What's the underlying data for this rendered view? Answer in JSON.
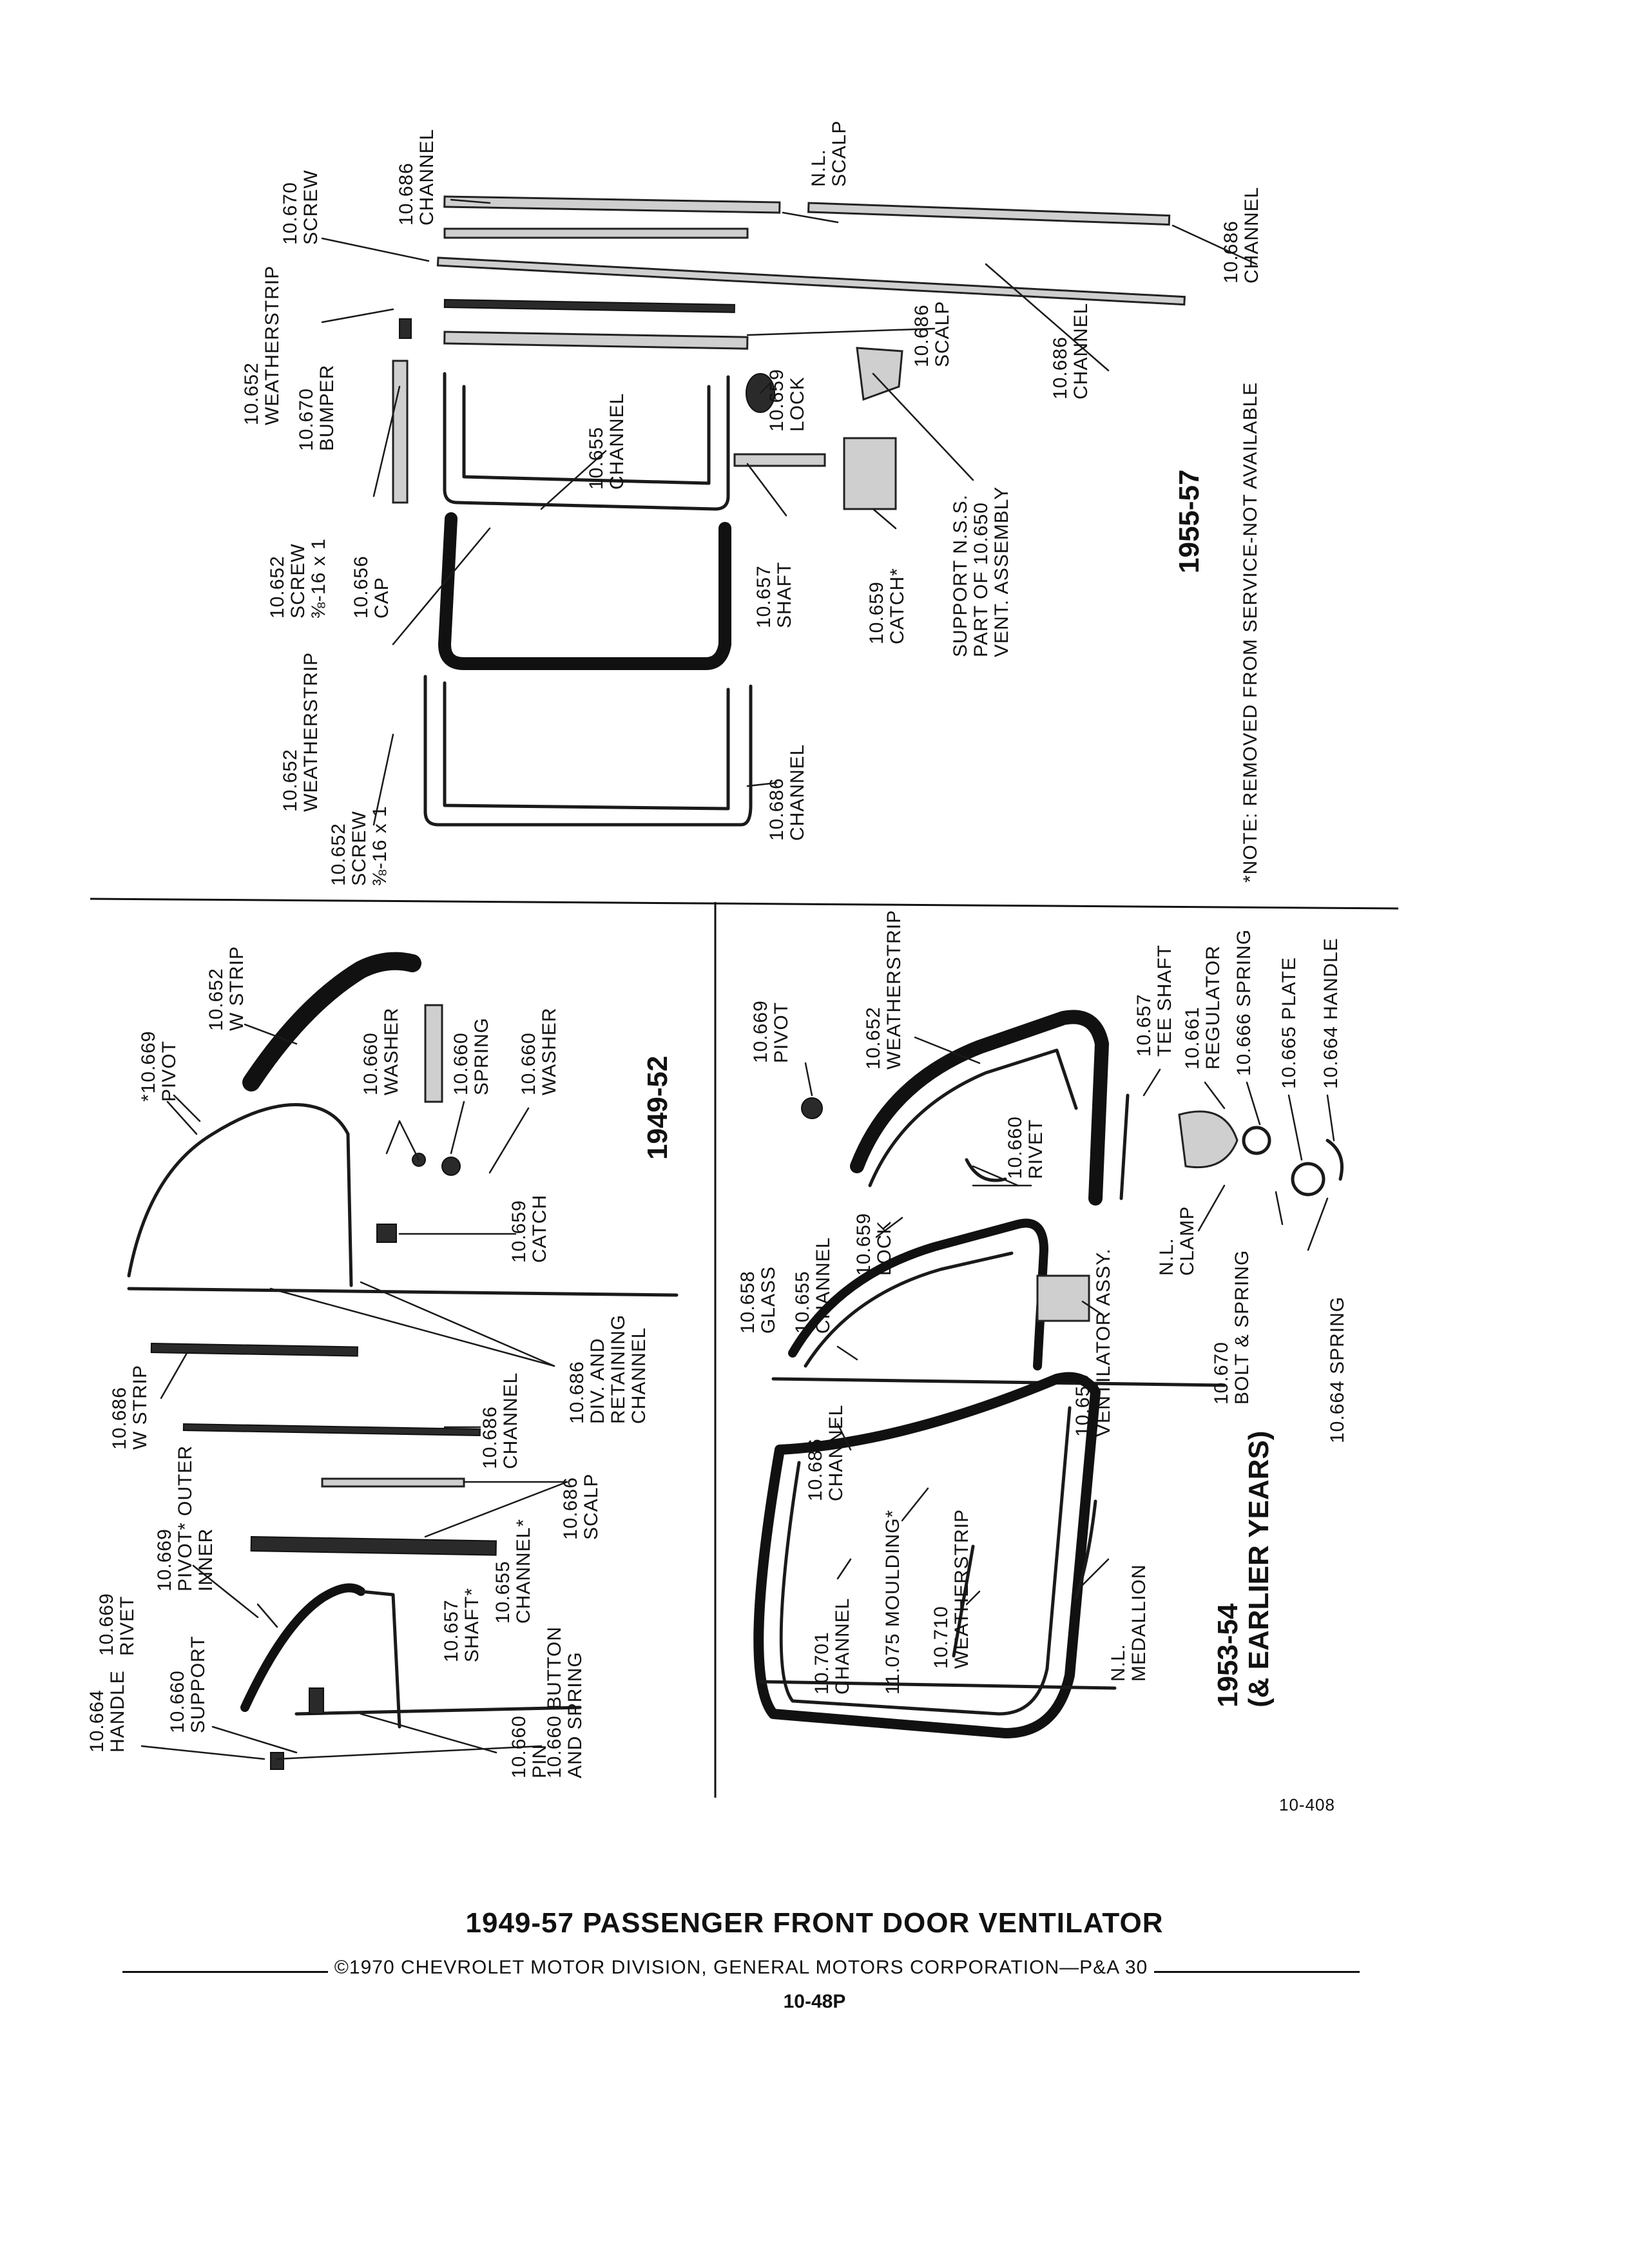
{
  "document": {
    "title": "1949-57 PASSENGER FRONT DOOR VENTILATOR",
    "copyright": "©1970 CHEVROLET MOTOR DIVISION, GENERAL MOTORS CORPORATION—P&A 30",
    "page_number": "10-48P",
    "figure_number": "10-408"
  },
  "panels": {
    "p1955": {
      "year": "1955-57",
      "note": "*NOTE: REMOVED FROM SERVICE-NOT AVAILABLE",
      "labels": {
        "channel_top_a": [
          "10.686",
          "CHANNEL"
        ],
        "nl_scalp": [
          "N.L.",
          "SCALP"
        ],
        "channel_top_b": [
          "10.686",
          "CHANNEL"
        ],
        "screw_top": [
          "10.670",
          "SCREW"
        ],
        "weatherstrip_top": [
          "10.652",
          "WEATHERSTRIP"
        ],
        "bumper": [
          "10.670",
          "BUMPER"
        ],
        "scalp": [
          "10.686",
          "SCALP"
        ],
        "channel_mid": [
          "10.686",
          "CHANNEL"
        ],
        "channel_655": [
          "10.655",
          "CHANNEL"
        ],
        "lock": [
          "10.659",
          "LOCK"
        ],
        "screw_mid": [
          "10.652",
          "SCREW",
          "⅜-16 x 1"
        ],
        "cap": [
          "10.656",
          "CAP"
        ],
        "shaft": [
          "10.657",
          "SHAFT"
        ],
        "catch": [
          "10.659",
          "CATCH*"
        ],
        "support": [
          "SUPPORT N.S.S.",
          "PART OF 10.650",
          "VENT. ASSEMBLY"
        ],
        "weatherstrip_low": [
          "10.652",
          "WEATHERSTRIP"
        ],
        "channel_low": [
          "10.686",
          "CHANNEL"
        ],
        "screw_low": [
          "10.652",
          "SCREW",
          "⅜-16 x 1"
        ]
      }
    },
    "p1949": {
      "year": "1949-52",
      "labels": {
        "pivot": [
          "*10.669",
          "PIVOT"
        ],
        "wstrip_top": [
          "10.652",
          "W STRIP"
        ],
        "washer_a": [
          "10.660",
          "WASHER"
        ],
        "spring": [
          "10.660",
          "SPRING"
        ],
        "washer_b": [
          "10.660",
          "WASHER"
        ],
        "catch": [
          "10.659",
          "CATCH"
        ],
        "div_channel": [
          "10.686",
          "DIV. AND",
          "RETAINING",
          "CHANNEL"
        ],
        "wstrip": [
          "10.686",
          "W STRIP"
        ],
        "channel": [
          "10.686",
          "CHANNEL"
        ],
        "pivot_outer": [
          "10.669",
          "PIVOT* OUTER",
          "INNER"
        ],
        "scalp": [
          "10.686",
          "SCALP"
        ],
        "rivet": [
          "10.669",
          "RIVET"
        ],
        "shaft": [
          "10.657",
          "SHAFT*"
        ],
        "channel_655": [
          "10.655",
          "CHANNEL*"
        ],
        "handle": [
          "10.664",
          "HANDLE"
        ],
        "support": [
          "10.660",
          "SUPPORT"
        ],
        "pin": [
          "10.660",
          "PIN"
        ],
        "button": [
          "10.660 BUTTON",
          "AND SPRING"
        ]
      }
    },
    "p1953": {
      "year": "1953-54",
      "year_sub": "(& EARLIER YEARS)",
      "labels": {
        "pivot": [
          "10.669",
          "PIVOT"
        ],
        "weatherstrip": [
          "10.652",
          "WEATHERSTRIP"
        ],
        "tee_shaft": [
          "10.657",
          "TEE SHAFT"
        ],
        "regulator": [
          "10.661",
          "REGULATOR"
        ],
        "spring_666": [
          "10.666 SPRING"
        ],
        "plate": [
          "10.665 PLATE"
        ],
        "handle": [
          "10.664 HANDLE"
        ],
        "rivet": [
          "10.660",
          "RIVET"
        ],
        "glass": [
          "10.658",
          "GLASS"
        ],
        "channel_655": [
          "10.655",
          "CHANNEL"
        ],
        "lock": [
          "10.659",
          "LOCK"
        ],
        "vent_assy": [
          "10.650",
          "VENTILATOR ASSY."
        ],
        "clamp": [
          "N.L.",
          "CLAMP"
        ],
        "bolt_spring": [
          "10.670",
          "BOLT & SPRING"
        ],
        "spring_664": [
          "10.664 SPRING"
        ],
        "channel_686": [
          "10.686",
          "CHANNEL"
        ],
        "moulding": [
          "11.075 MOULDING*"
        ],
        "channel_701": [
          "10.701",
          "CHANNEL"
        ],
        "weatherstrip_710": [
          "10.710",
          "WEATHERSTRIP"
        ],
        "medallion": [
          "N.L.",
          "MEDALLION"
        ]
      }
    }
  }
}
